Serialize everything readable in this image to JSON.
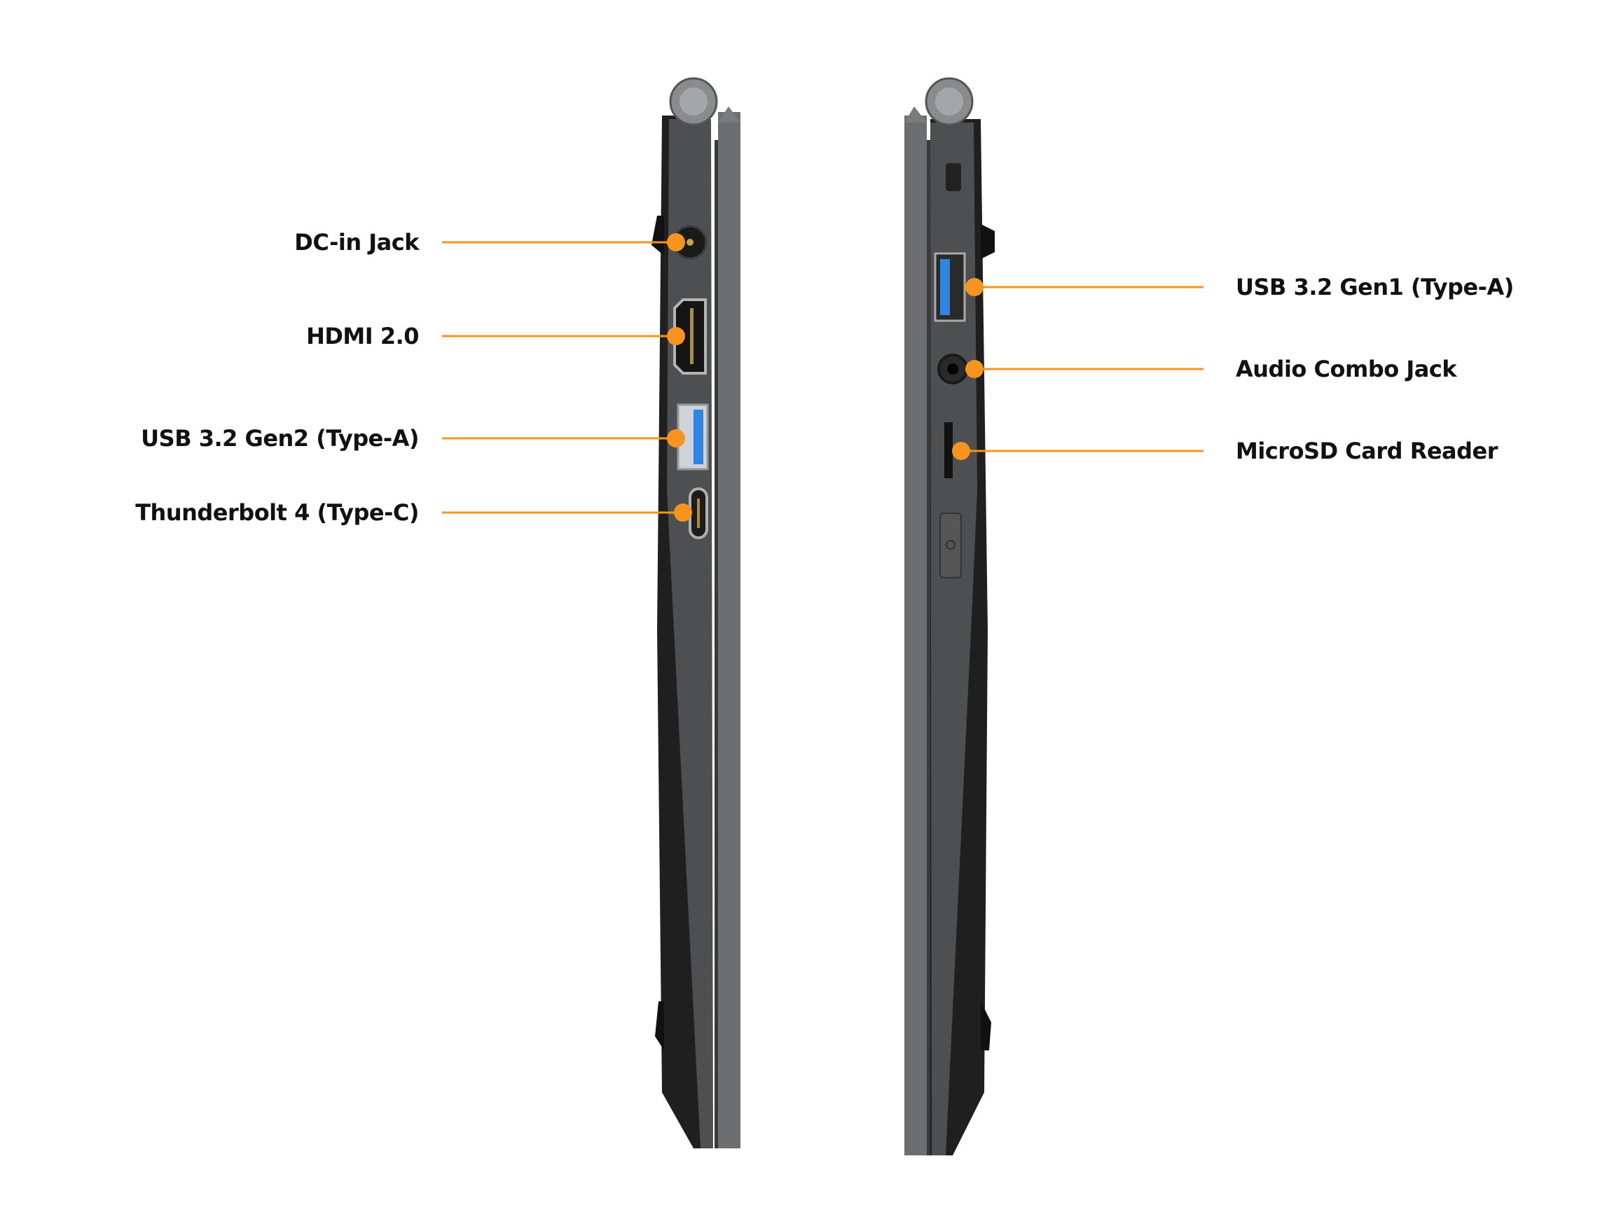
{
  "accent_color": "#f7941d",
  "left_side": {
    "callouts": [
      {
        "label": "DC-in Jack",
        "icon": "dc-in-port"
      },
      {
        "label": "HDMI 2.0",
        "icon": "hdmi-port"
      },
      {
        "label": "USB 3.2 Gen2 (Type-A)",
        "icon": "usb-a-port"
      },
      {
        "label": "Thunderbolt 4 (Type-C)",
        "icon": "usb-c-port"
      }
    ]
  },
  "right_side": {
    "callouts": [
      {
        "label": "USB 3.2 Gen1 (Type-A)",
        "icon": "usb-a-port"
      },
      {
        "label": "Audio Combo Jack",
        "icon": "audio-jack"
      },
      {
        "label": "MicroSD Card Reader",
        "icon": "microsd-slot"
      }
    ]
  }
}
